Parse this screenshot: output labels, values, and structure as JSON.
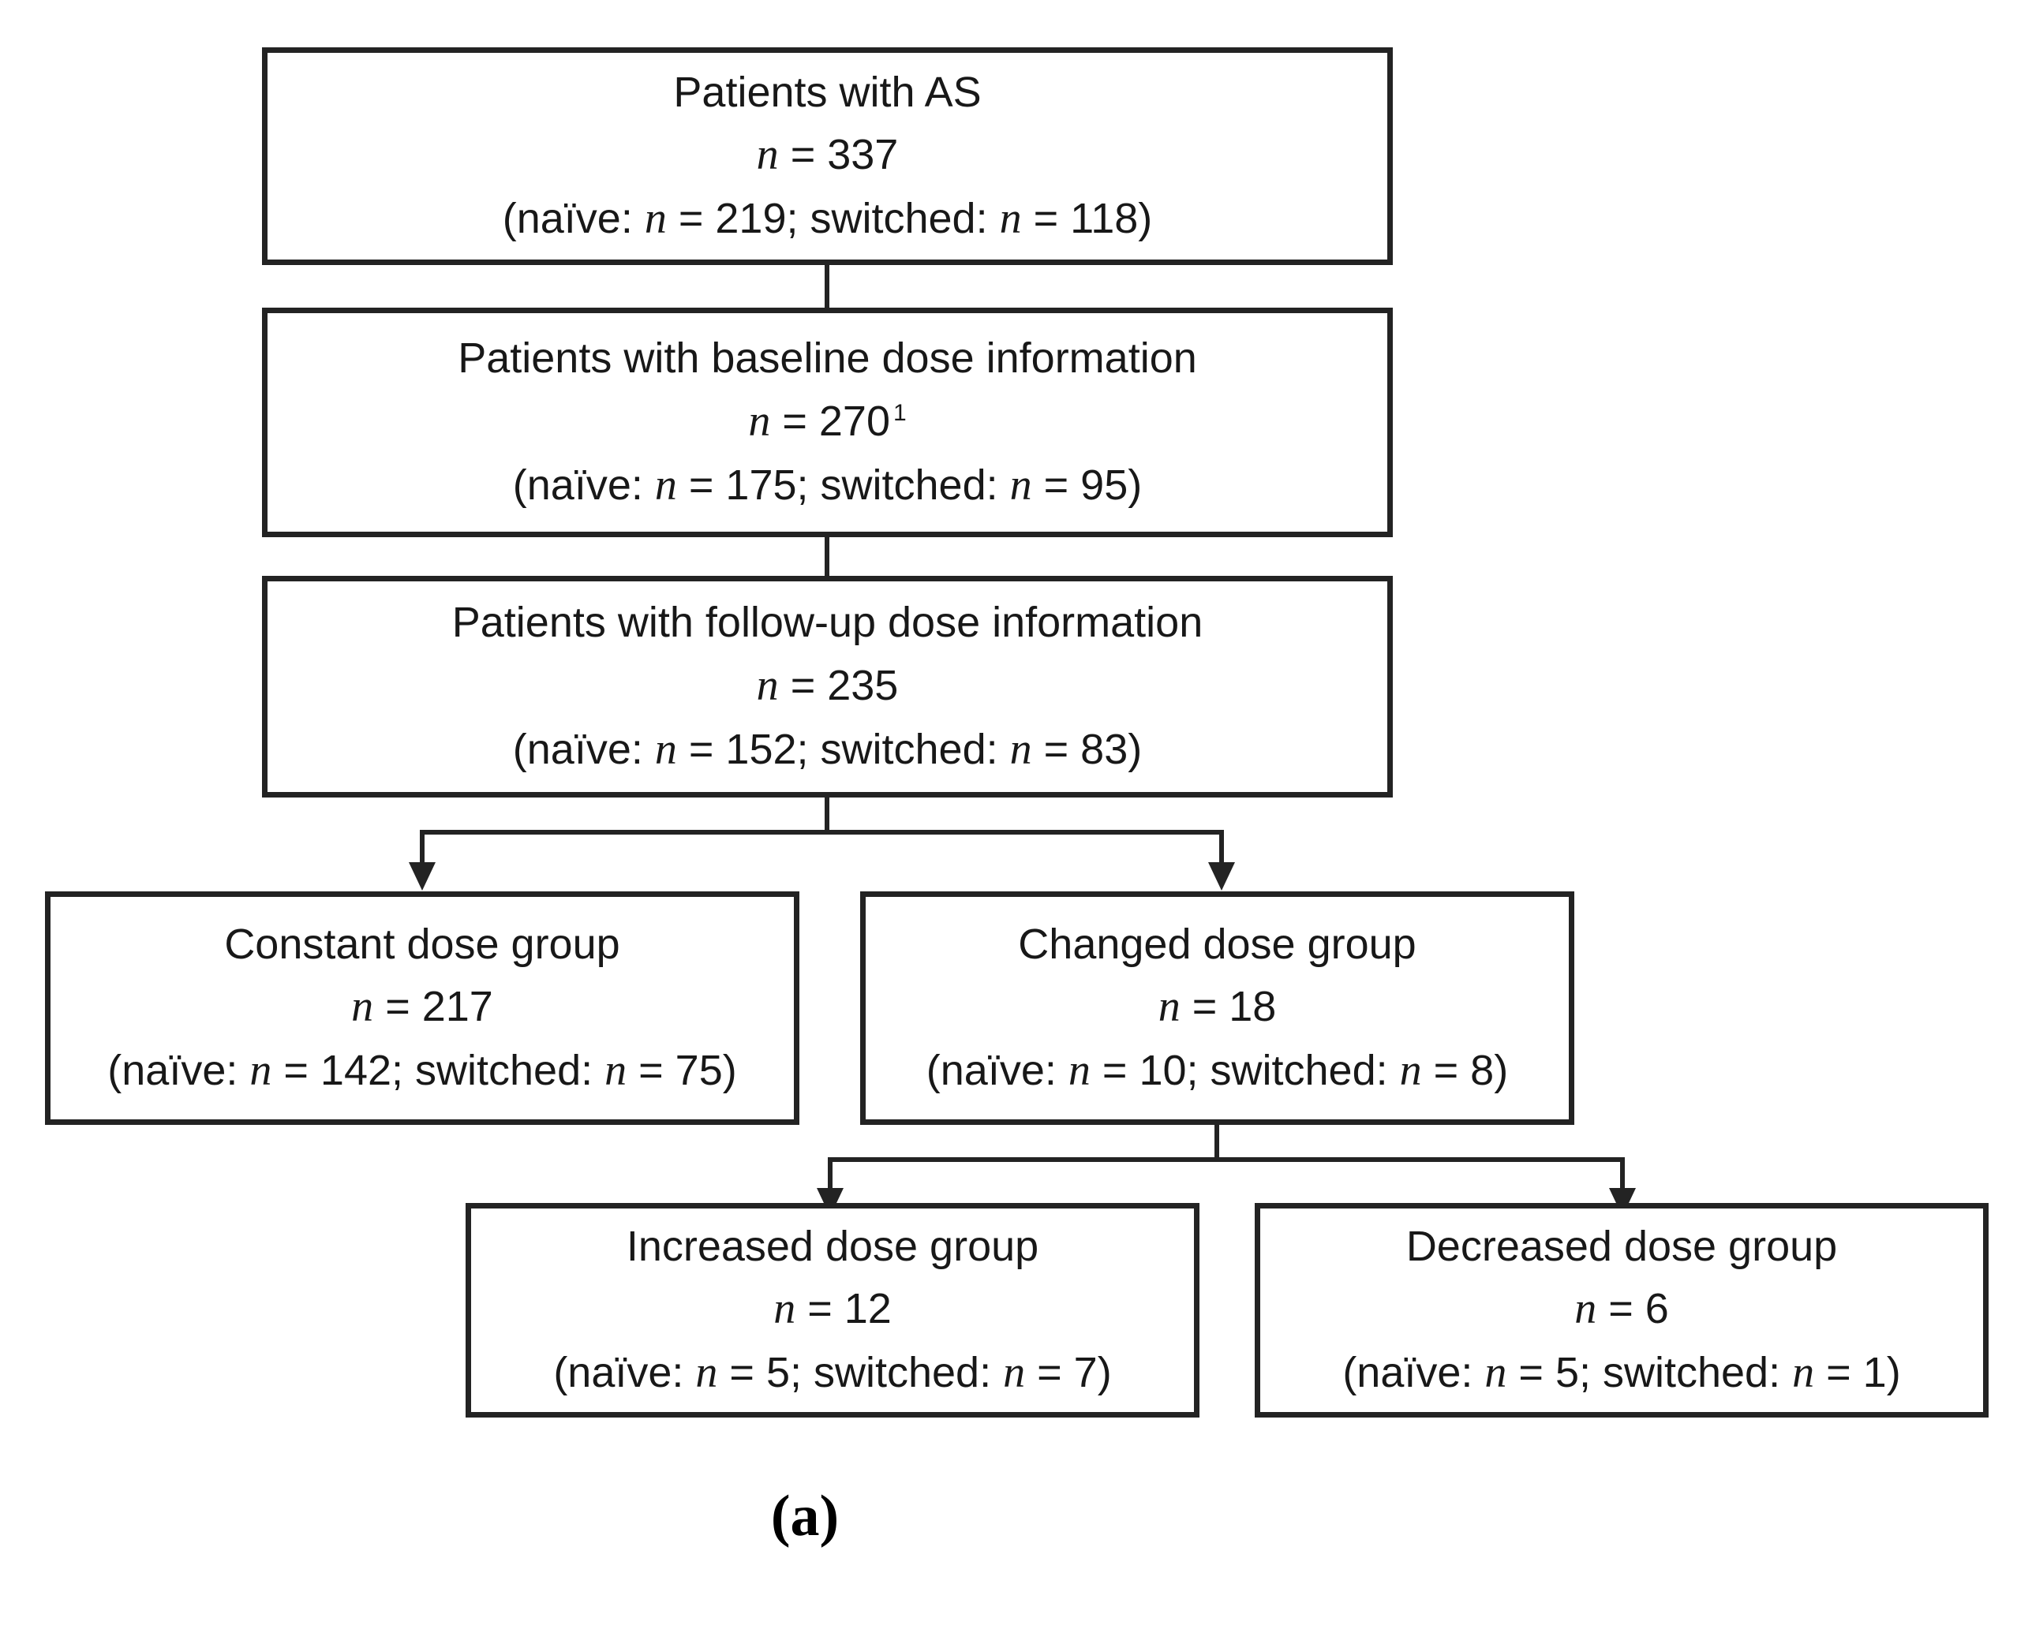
{
  "figure": {
    "caption": "(a)",
    "type": "patient-flow-diagram",
    "line_color": "#232323",
    "text_color": "#181818",
    "background": "#ffffff"
  },
  "nodes": {
    "patients_as": {
      "title": "Patients with AS",
      "n_label": "n",
      "n_value": "= 337",
      "superscript": "",
      "breakdown_open": "(naïve: ",
      "breakdown_naive_value": "= 219; switched: ",
      "breakdown_switched_value": "= 118)"
    },
    "baseline_dose": {
      "title": "Patients with baseline dose information",
      "n_label": "n",
      "n_value": "= 270",
      "superscript": "1",
      "breakdown_open": "(naïve: ",
      "breakdown_naive_value": "= 175; switched: ",
      "breakdown_switched_value": "= 95)"
    },
    "followup_dose": {
      "title": "Patients with follow-up dose information",
      "n_label": "n",
      "n_value": "= 235",
      "superscript": "",
      "breakdown_open": "(naïve: ",
      "breakdown_naive_value": "= 152; switched: ",
      "breakdown_switched_value": "= 83)"
    },
    "constant_dose": {
      "title": "Constant dose group",
      "n_label": "n",
      "n_value": "= 217",
      "superscript": "",
      "breakdown_open": "(naïve: ",
      "breakdown_naive_value": "= 142; switched: ",
      "breakdown_switched_value": "= 75)"
    },
    "changed_dose": {
      "title": "Changed dose group",
      "n_label": "n",
      "n_value": "= 18",
      "superscript": "",
      "breakdown_open": "(naïve: ",
      "breakdown_naive_value": "= 10; switched: ",
      "breakdown_switched_value": "= 8)"
    },
    "increased_dose": {
      "title": "Increased dose group",
      "n_label": "n",
      "n_value": "= 12",
      "superscript": "",
      "breakdown_open": "(naïve: ",
      "breakdown_naive_value": "= 5; switched: ",
      "breakdown_switched_value": "= 7)"
    },
    "decreased_dose": {
      "title": "Decreased dose group",
      "n_label": "n",
      "n_value": "= 6",
      "superscript": "",
      "breakdown_open": "(naïve: ",
      "breakdown_naive_value": "= 5; switched: ",
      "breakdown_switched_value": "= 1)"
    }
  },
  "chart_data": {
    "type": "flowchart",
    "title": "Patient disposition flow",
    "caption": "(a)",
    "nodes": [
      {
        "id": "patients_as",
        "label": "Patients with AS",
        "n": 337,
        "naive": 219,
        "switched": 118,
        "level": 0
      },
      {
        "id": "baseline_dose",
        "label": "Patients with baseline dose information",
        "n": 270,
        "naive": 175,
        "switched": 95,
        "level": 1,
        "footnote": "1"
      },
      {
        "id": "followup_dose",
        "label": "Patients with follow-up dose information",
        "n": 235,
        "naive": 152,
        "switched": 83,
        "level": 2
      },
      {
        "id": "constant_dose",
        "label": "Constant dose group",
        "n": 217,
        "naive": 142,
        "switched": 75,
        "level": 3
      },
      {
        "id": "changed_dose",
        "label": "Changed dose group",
        "n": 18,
        "naive": 10,
        "switched": 8,
        "level": 3
      },
      {
        "id": "increased_dose",
        "label": "Increased dose group",
        "n": 12,
        "naive": 5,
        "switched": 7,
        "level": 4
      },
      {
        "id": "decreased_dose",
        "label": "Decreased dose group",
        "n": 6,
        "naive": 5,
        "switched": 1,
        "level": 4
      }
    ],
    "edges": [
      {
        "from": "patients_as",
        "to": "baseline_dose",
        "arrow": false
      },
      {
        "from": "baseline_dose",
        "to": "followup_dose",
        "arrow": false
      },
      {
        "from": "followup_dose",
        "to": "constant_dose",
        "arrow": true
      },
      {
        "from": "followup_dose",
        "to": "changed_dose",
        "arrow": true
      },
      {
        "from": "changed_dose",
        "to": "increased_dose",
        "arrow": true
      },
      {
        "from": "changed_dose",
        "to": "decreased_dose",
        "arrow": true
      }
    ]
  }
}
